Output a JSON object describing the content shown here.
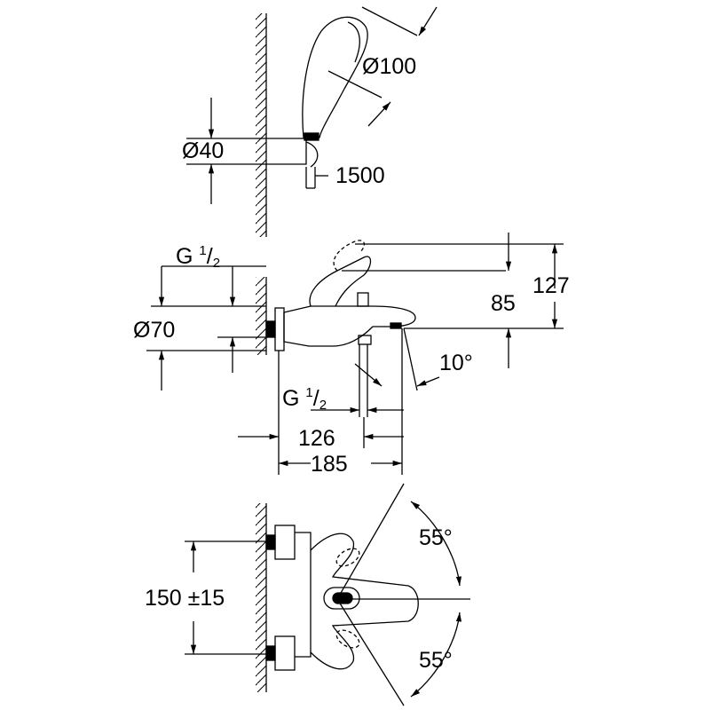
{
  "drawing": {
    "hand_shower": {
      "head_diameter": "Ø100",
      "holder_diameter": "Ø40",
      "hose_length": "1500"
    },
    "side_view": {
      "inlet_thread_label": "G",
      "inlet_thread_num": "1",
      "inlet_thread_den": "2",
      "height_total": "127",
      "height_spout": "85",
      "escutcheon_diameter": "Ø70",
      "spout_angle": "10°",
      "outlet_thread_label": "G",
      "outlet_thread_num": "1",
      "outlet_thread_den": "2",
      "projection_outlet": "126",
      "projection_total": "185"
    },
    "top_view": {
      "lever_angle_up": "55°",
      "centres": "150 ±15",
      "lever_angle_down": "55°"
    }
  }
}
